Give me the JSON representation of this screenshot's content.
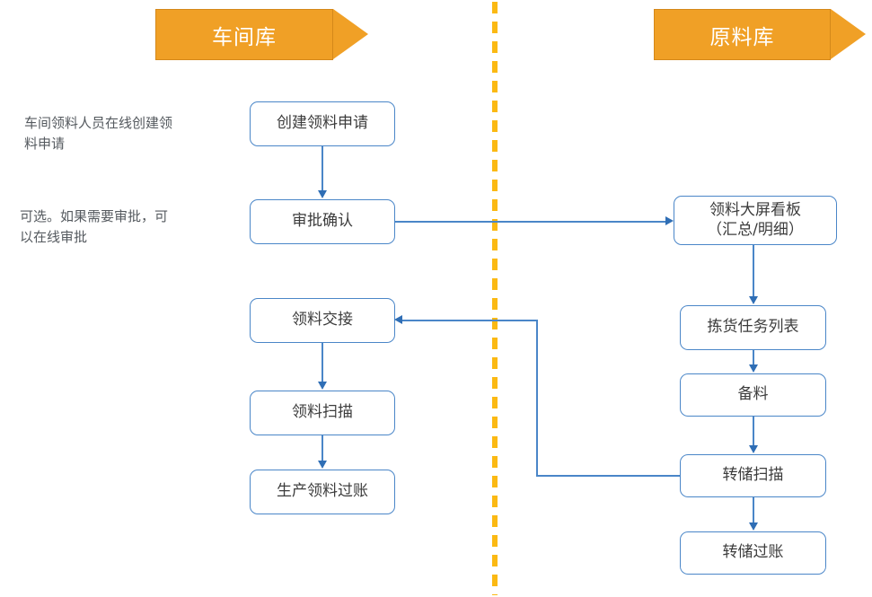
{
  "diagram": {
    "title_left": "车间库",
    "title_right": "原料库",
    "accent_orange": "#f0a026",
    "divider_color": "#fbb913",
    "node_border_color": "#4a86c8",
    "node_text_color": "#3c3c3c",
    "connector_color": "#4a86c8"
  },
  "lanes": [
    {
      "id": "workshop-warehouse",
      "label": "车间库"
    },
    {
      "id": "raw-material-warehouse",
      "label": "原料库"
    }
  ],
  "annotations": [
    {
      "id": "annotation-create",
      "text": "车间领料人员在线创建领\n料申请"
    },
    {
      "id": "annotation-approve",
      "text": "可选。如果需要审批，可\n以在线审批"
    }
  ],
  "nodes": {
    "left": [
      {
        "id": "create-request",
        "label": "创建领料申请"
      },
      {
        "id": "approval-confirm",
        "label": "审批确认"
      },
      {
        "id": "material-handover",
        "label": "领料交接"
      },
      {
        "id": "material-scan",
        "label": "领料扫描"
      },
      {
        "id": "production-posting",
        "label": "生产领料过账"
      }
    ],
    "right": [
      {
        "id": "dashboard",
        "label": "领料大屏看板\n（汇总/明细）"
      },
      {
        "id": "picking-task-list",
        "label": "拣货任务列表"
      },
      {
        "id": "prepare-material",
        "label": "备料"
      },
      {
        "id": "transfer-scan",
        "label": "转储扫描"
      },
      {
        "id": "transfer-posting",
        "label": "转储过账"
      }
    ]
  },
  "connectors": [
    {
      "id": "create-to-approval",
      "from": "create-request",
      "to": "approval-confirm"
    },
    {
      "id": "approval-to-dashboard",
      "from": "approval-confirm",
      "to": "dashboard"
    },
    {
      "id": "dashboard-to-picking",
      "from": "dashboard",
      "to": "picking-task-list"
    },
    {
      "id": "picking-to-prepare",
      "from": "picking-task-list",
      "to": "prepare-material"
    },
    {
      "id": "prepare-to-transfer-scan",
      "from": "prepare-material",
      "to": "transfer-scan"
    },
    {
      "id": "transfer-scan-to-transfer-posting",
      "from": "transfer-scan",
      "to": "transfer-posting"
    },
    {
      "id": "transfer-scan-to-handover",
      "from": "transfer-scan",
      "to": "material-handover"
    },
    {
      "id": "handover-to-scan",
      "from": "material-handover",
      "to": "material-scan"
    },
    {
      "id": "scan-to-posting",
      "from": "material-scan",
      "to": "production-posting"
    }
  ]
}
